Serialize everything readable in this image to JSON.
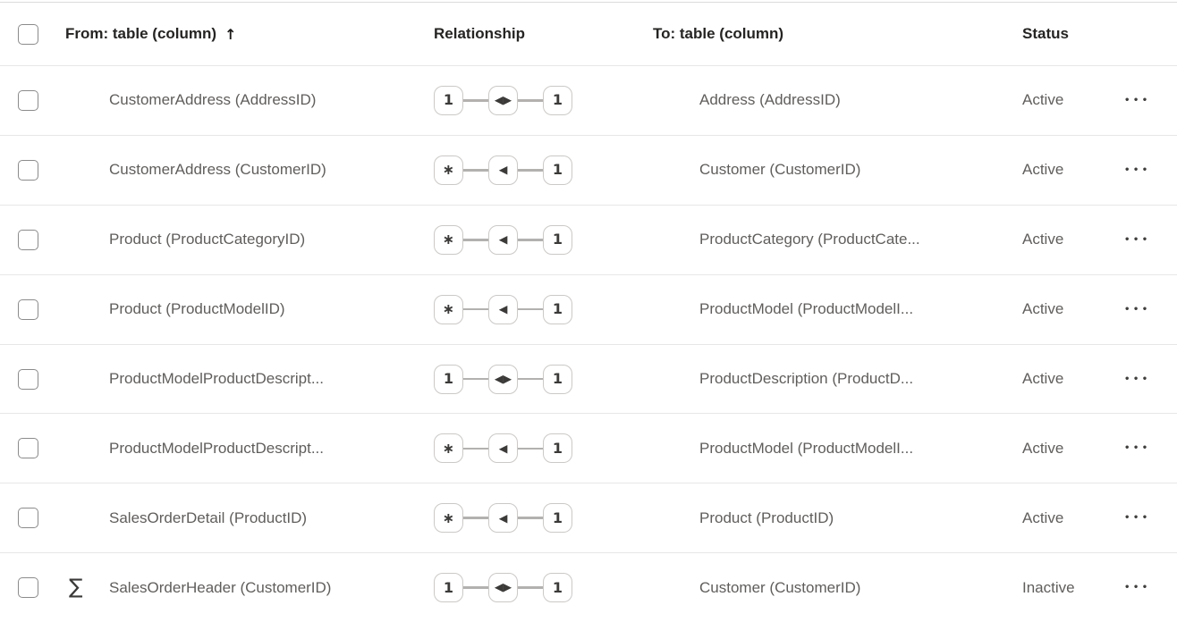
{
  "header": {
    "from_label": "From: table (column)",
    "relationship_label": "Relationship",
    "to_label": "To: table (column)",
    "status_label": "Status"
  },
  "icons": {
    "sort_ascending": "↑",
    "sum": "∑",
    "more": "•••",
    "filter_single": "◀",
    "filter_both": "◀▶"
  },
  "colors": {
    "header_text": "#252423",
    "row_text": "#605e5c",
    "separator": "#e7e7e7",
    "widget_border": "#cbc9c7",
    "widget_glyph": "#3b3a39",
    "connector_line": "#b3b1af",
    "checkbox_border": "#8b8b8b"
  },
  "rows": [
    {
      "icon": "",
      "from": "CustomerAddress (AddressID)",
      "rel": {
        "left": "1",
        "mid": "◀▶",
        "right": "1"
      },
      "to": "Address (AddressID)",
      "status": "Active"
    },
    {
      "icon": "",
      "from": "CustomerAddress (CustomerID)",
      "rel": {
        "left": "∗",
        "mid": "◀",
        "right": "1"
      },
      "to": "Customer (CustomerID)",
      "status": "Active"
    },
    {
      "icon": "",
      "from": "Product (ProductCategoryID)",
      "rel": {
        "left": "∗",
        "mid": "◀",
        "right": "1"
      },
      "to": "ProductCategory (ProductCate...",
      "status": "Active"
    },
    {
      "icon": "",
      "from": "Product (ProductModelID)",
      "rel": {
        "left": "∗",
        "mid": "◀",
        "right": "1"
      },
      "to": "ProductModel (ProductModelI...",
      "status": "Active"
    },
    {
      "icon": "",
      "from": "ProductModelProductDescript...",
      "rel": {
        "left": "1",
        "mid": "◀▶",
        "right": "1"
      },
      "to": "ProductDescription (ProductD...",
      "status": "Active"
    },
    {
      "icon": "",
      "from": "ProductModelProductDescript...",
      "rel": {
        "left": "∗",
        "mid": "◀",
        "right": "1"
      },
      "to": "ProductModel (ProductModelI...",
      "status": "Active"
    },
    {
      "icon": "",
      "from": "SalesOrderDetail (ProductID)",
      "rel": {
        "left": "∗",
        "mid": "◀",
        "right": "1"
      },
      "to": "Product (ProductID)",
      "status": "Active"
    },
    {
      "icon": "∑",
      "from": "SalesOrderHeader (CustomerID)",
      "rel": {
        "left": "1",
        "mid": "◀▶",
        "right": "1"
      },
      "to": "Customer (CustomerID)",
      "status": "Inactive"
    }
  ]
}
